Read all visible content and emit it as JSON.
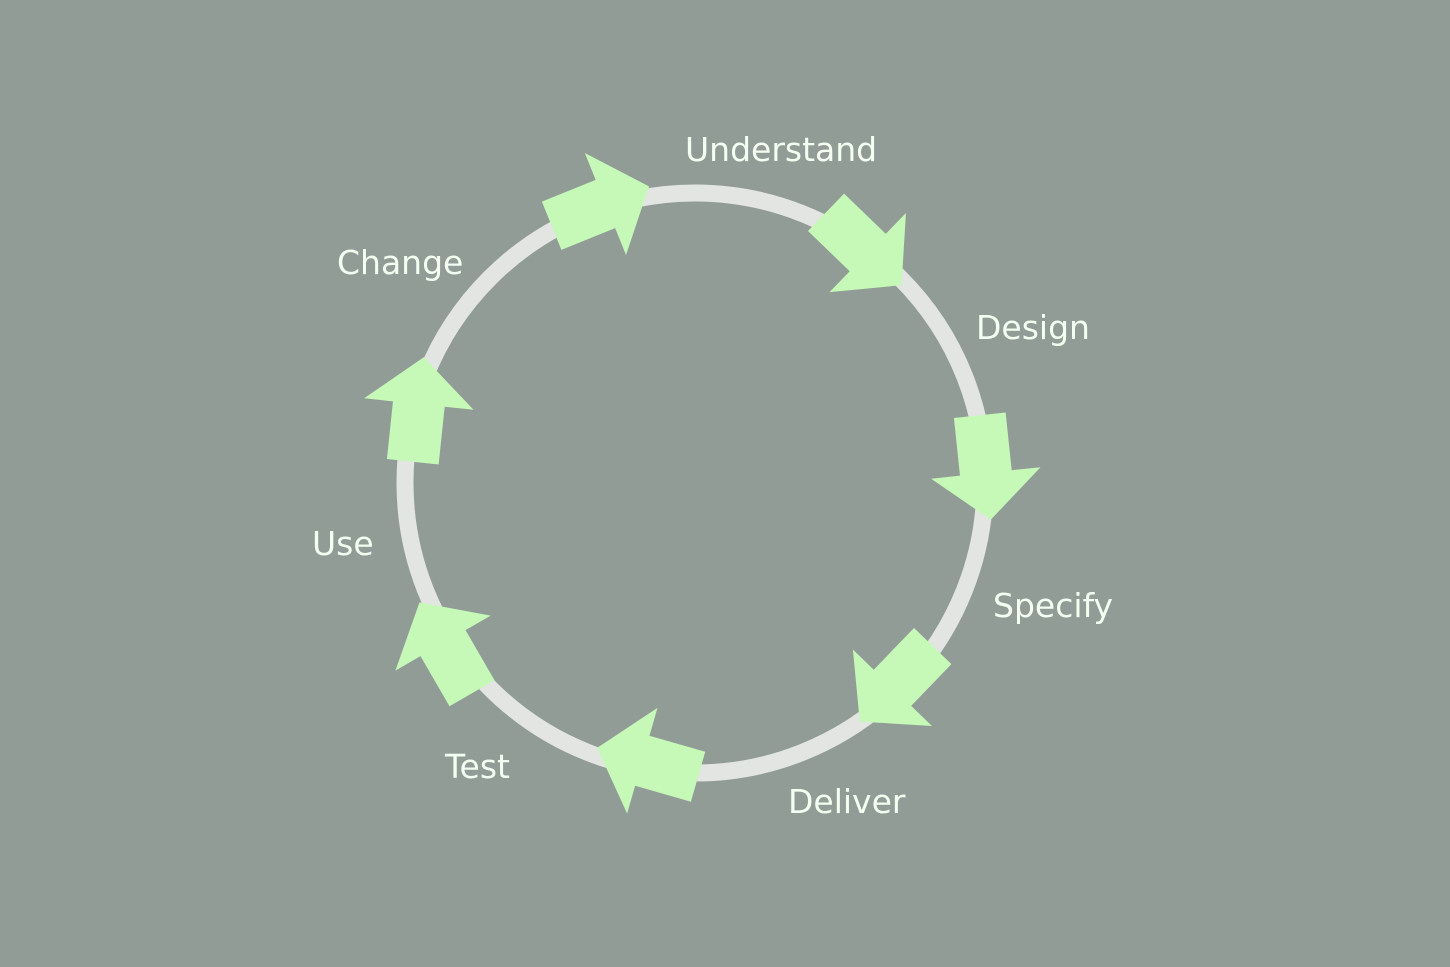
{
  "diagram": {
    "colors": {
      "background": "#919c97",
      "ring": "#e3e5e3",
      "arrow": "#c6f8b8",
      "label": "#f3fff0"
    },
    "stages": [
      {
        "label": "Understand"
      },
      {
        "label": "Design"
      },
      {
        "label": "Specify"
      },
      {
        "label": "Deliver"
      },
      {
        "label": "Test"
      },
      {
        "label": "Use"
      },
      {
        "label": "Change"
      }
    ]
  }
}
